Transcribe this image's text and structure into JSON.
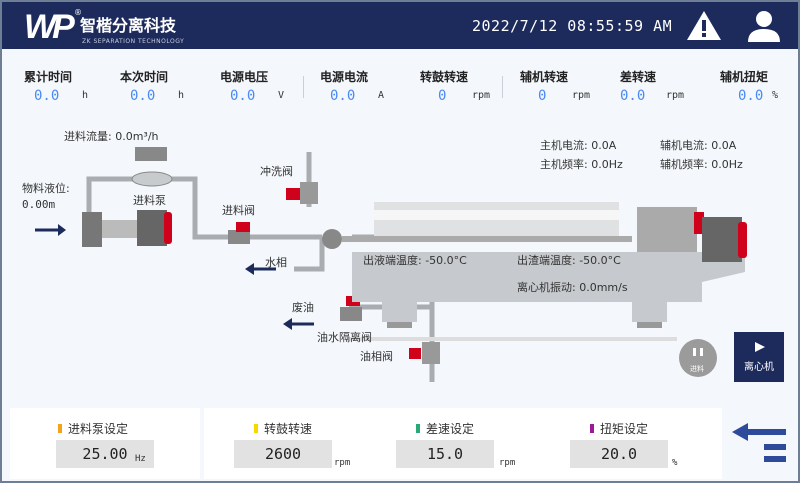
{
  "header": {
    "brand_cn": "智楷分离科技",
    "brand_en": "ZK SEPARATION TECHNOLOGY",
    "datetime": "2022/7/12  08:55:59 AM",
    "logo_letters": "WP"
  },
  "stats": [
    {
      "label": "累计时间",
      "value": "0.0",
      "unit": "h"
    },
    {
      "label": "本次时间",
      "value": "0.0",
      "unit": "h"
    },
    {
      "label": "电源电压",
      "value": "0.0",
      "unit": "V"
    },
    {
      "label": "电源电流",
      "value": "0.0",
      "unit": "A"
    },
    {
      "label": "转鼓转速",
      "value": "0",
      "unit": "rpm"
    },
    {
      "label": "辅机转速",
      "value": "0",
      "unit": "rpm"
    },
    {
      "label": "差转速",
      "value": "0.0",
      "unit": "rpm"
    },
    {
      "label": "辅机扭矩",
      "value": "0.0",
      "unit": "%"
    }
  ],
  "diagram": {
    "feed_flow": "进料流量: 0.0m³/h",
    "level_label": "物料液位:",
    "level_value": "0.00m",
    "feed_pump": "进料泵",
    "feed_valve": "进料阀",
    "flush_valve": "冲洗阀",
    "water_phase": "水相",
    "waste_oil": "废油",
    "separation_valve": "油水隔离阀",
    "oil_valve": "油相阀",
    "main_current": "主机电流: 0.0A",
    "aux_current": "辅机电流: 0.0A",
    "main_freq": "主机频率: 0.0Hz",
    "aux_freq": "辅机频率: 0.0Hz",
    "outlet_temp": "出液端温度: -50.0°C",
    "slag_temp": "出渣端温度: -50.0°C",
    "vibration": "离心机振动: 0.0mm/s",
    "feed_button": "进料",
    "centrifuge_button": "离心机"
  },
  "settings": [
    {
      "label": "进料泵设定",
      "value": "25.00",
      "unit": "Hz",
      "color": "#f7a21b"
    },
    {
      "label": "转鼓转速",
      "value": "2600",
      "unit": "rpm",
      "color": "#f5d800"
    },
    {
      "label": "差速设定",
      "value": "15.0",
      "unit": "rpm",
      "color": "#2aa876"
    },
    {
      "label": "扭矩设定",
      "value": "20.0",
      "unit": "%",
      "color": "#a0189a"
    }
  ]
}
